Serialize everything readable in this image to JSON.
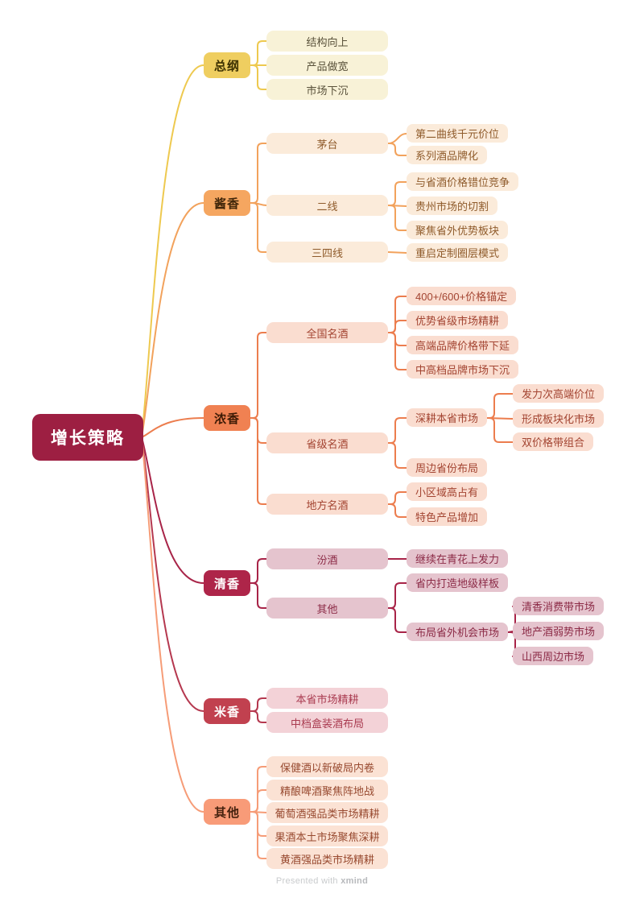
{
  "footer": {
    "prefix": "Presented with",
    "brand": "xmind"
  },
  "root": {
    "label": "增长策略",
    "bg": "#9D1F42",
    "text_color": "#FFFFFF"
  },
  "branches": [
    {
      "label": "总纲",
      "colors": {
        "node_bg": "#EFCE60",
        "node_text": "#3C3001",
        "line": "#EEC94F",
        "child_bg": "#F8F2D7",
        "child_text": "#59513A"
      },
      "children": [
        {
          "label": "结构向上"
        },
        {
          "label": "产品做宽"
        },
        {
          "label": "市场下沉"
        }
      ]
    },
    {
      "label": "酱香",
      "colors": {
        "node_bg": "#F5A660",
        "node_text": "#42270A",
        "line": "#F2A25C",
        "child_bg": "#FBEBDA",
        "child_text": "#8F5B2B"
      },
      "children": [
        {
          "label": "茅台",
          "children": [
            {
              "label": "第二曲线千元价位"
            },
            {
              "label": "系列酒品牌化"
            }
          ]
        },
        {
          "label": "二线",
          "children": [
            {
              "label": "与省酒价格错位竞争"
            },
            {
              "label": "贵州市场的切割"
            },
            {
              "label": "聚焦省外优势板块"
            }
          ]
        },
        {
          "label": "三四线",
          "children": [
            {
              "label": "重启定制圈层模式"
            }
          ]
        }
      ]
    },
    {
      "label": "浓香",
      "colors": {
        "node_bg": "#F08152",
        "node_text": "#3D1A05",
        "line": "#EC7D4E",
        "child_bg": "#FADDD0",
        "child_text": "#A34431"
      },
      "children": [
        {
          "label": "全国名酒",
          "children": [
            {
              "label": "400+/600+价格锚定"
            },
            {
              "label": "优势省级市场精耕"
            },
            {
              "label": "高端品牌价格带下延"
            },
            {
              "label": "中高档品牌市场下沉"
            }
          ]
        },
        {
          "label": "省级名酒",
          "children": [
            {
              "label": "深耕本省市场",
              "children": [
                {
                  "label": "发力次高端价位"
                },
                {
                  "label": "形成板块化市场"
                },
                {
                  "label": "双价格带组合"
                }
              ]
            },
            {
              "label": "周边省份布局"
            }
          ]
        },
        {
          "label": "地方名酒",
          "children": [
            {
              "label": "小区域高占有"
            },
            {
              "label": "特色产品增加"
            }
          ]
        }
      ]
    },
    {
      "label": "清香",
      "colors": {
        "node_bg": "#AE2549",
        "node_text": "#FFFFFF",
        "line": "#A82448",
        "child_bg": "#E5C4CE",
        "child_text": "#8C2B47"
      },
      "children": [
        {
          "label": "汾酒",
          "children": [
            {
              "label": "继续在青花上发力"
            }
          ]
        },
        {
          "label": "其他",
          "children": [
            {
              "label": "省内打造地级样板"
            },
            {
              "label": "布局省外机会市场",
              "children": [
                {
                  "label": "清香消费带市场"
                },
                {
                  "label": "地产酒弱势市场"
                },
                {
                  "label": "山西周边市场"
                }
              ]
            }
          ]
        }
      ]
    },
    {
      "label": "米香",
      "colors": {
        "node_bg": "#C1414F",
        "node_text": "#FFFFFF",
        "line": "#B5384F",
        "child_bg": "#F3D2D7",
        "child_text": "#A93B50"
      },
      "children": [
        {
          "label": "本省市场精耕"
        },
        {
          "label": "中档盒装酒布局"
        }
      ]
    },
    {
      "label": "其他",
      "colors": {
        "node_bg": "#F89B78",
        "node_text": "#46220F",
        "line": "#F69C77",
        "child_bg": "#FBE2D4",
        "child_text": "#984A30"
      },
      "children": [
        {
          "label": "保健酒以新破局内卷"
        },
        {
          "label": "精酿啤酒聚焦阵地战"
        },
        {
          "label": "葡萄酒强品类市场精耕"
        },
        {
          "label": "果酒本土市场聚焦深耕"
        },
        {
          "label": "黄酒强品类市场精耕"
        }
      ]
    }
  ]
}
